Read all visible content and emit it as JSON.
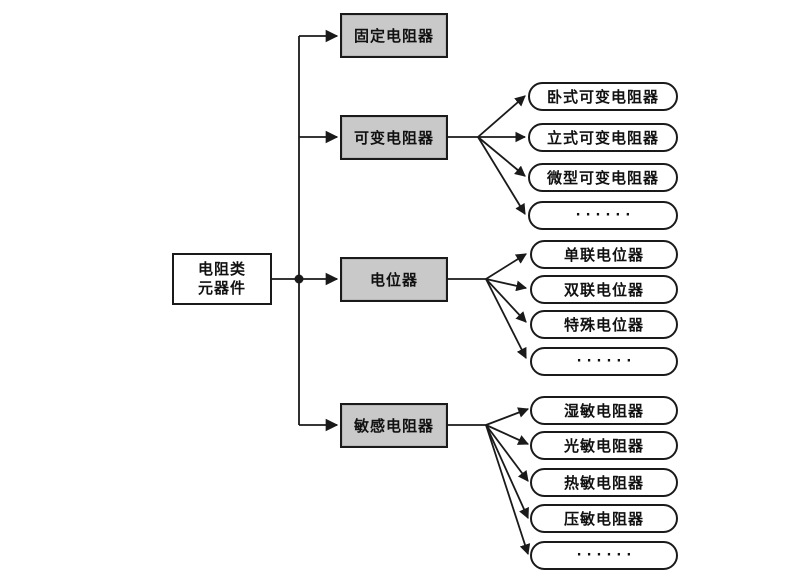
{
  "diagram": {
    "type": "tree-classification-flowchart",
    "orientation": "left-to-right",
    "root": {
      "label": "电阻类\n元器件",
      "line1": "电阻类",
      "line2": "元器件",
      "style": "white-rectangle"
    },
    "level2": [
      {
        "id": "fixed",
        "label": "固定电阻器",
        "style": "gray-rectangle"
      },
      {
        "id": "variable",
        "label": "可变电阻器",
        "style": "gray-rectangle"
      },
      {
        "id": "potentio",
        "label": "电位器",
        "style": "gray-rectangle"
      },
      {
        "id": "sensitive",
        "label": "敏感电阻器",
        "style": "gray-rectangle"
      }
    ],
    "level3": {
      "variable": [
        {
          "label": "卧式可变电阻器",
          "is_ellipsis": false
        },
        {
          "label": "立式可变电阻器",
          "is_ellipsis": false
        },
        {
          "label": "微型可变电阻器",
          "is_ellipsis": false
        },
        {
          "label": "······",
          "is_ellipsis": true
        }
      ],
      "potentio": [
        {
          "label": "单联电位器",
          "is_ellipsis": false
        },
        {
          "label": "双联电位器",
          "is_ellipsis": false
        },
        {
          "label": "特殊电位器",
          "is_ellipsis": false
        },
        {
          "label": "······",
          "is_ellipsis": true
        }
      ],
      "sensitive": [
        {
          "label": "湿敏电阻器",
          "is_ellipsis": false
        },
        {
          "label": "光敏电阻器",
          "is_ellipsis": false
        },
        {
          "label": "热敏电阻器",
          "is_ellipsis": false
        },
        {
          "label": "压敏电阻器",
          "is_ellipsis": false
        },
        {
          "label": "······",
          "is_ellipsis": true
        }
      ]
    },
    "colors": {
      "line": "#1a1a1a",
      "node_fill_gray": "#c9c9c9",
      "node_fill_white": "#ffffff",
      "text": "#111111",
      "background": "#ffffff"
    }
  }
}
